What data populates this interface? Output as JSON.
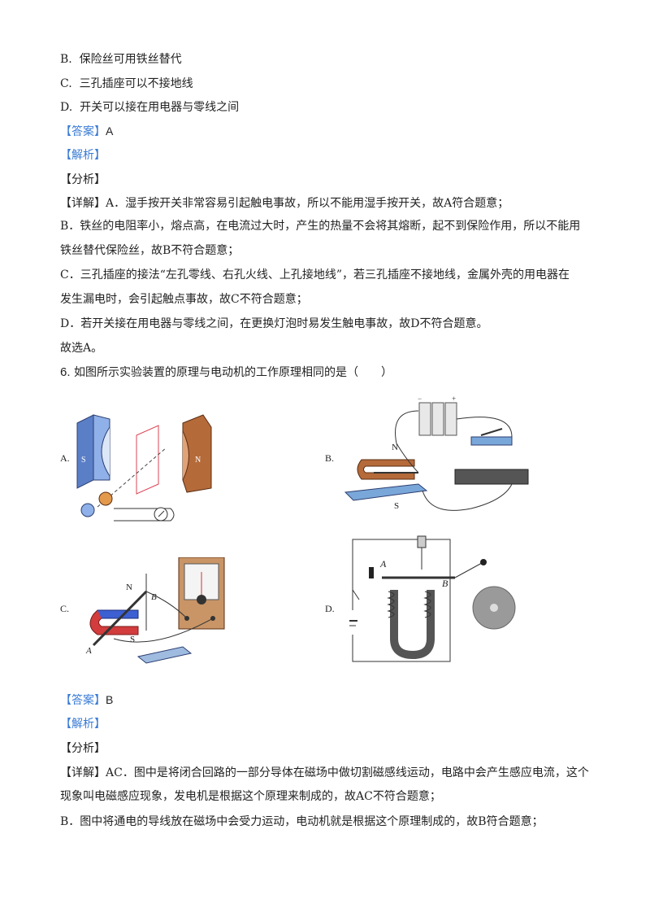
{
  "top_options": [
    {
      "label": "B.",
      "text": "保险丝可用铁丝替代"
    },
    {
      "label": "C.",
      "text": "三孔插座可以不接地线"
    },
    {
      "label": "D.",
      "text": "开关可以接在用电器与零线之间"
    }
  ],
  "q5": {
    "answer_tag": "【答案】",
    "answer": "A",
    "analysis_tag": "【解析】",
    "fenxi": "【分析】",
    "detail_tag": "【详解】",
    "lines": [
      "A．湿手按开关非常容易引起触电事故，所以不能用湿手按开关，故A符合题意；",
      "B．铁丝的电阻率小，熔点高，在电流过大时，产生的热量不会将其熔断，起不到保险作用，所以不能用",
      "铁丝替代保险丝，故B不符合题意；",
      "C．三孔插座的接法“左孔零线、右孔火线、上孔接地线”，若三孔插座不接地线，金属外壳的用电器在",
      "发生漏电时，会引起触点事故，故C不符合题意；",
      "D．若开关接在用电器与零线之间，在更换灯泡时易发生触电事故，故D不符合题意。",
      "故选A。"
    ]
  },
  "q6": {
    "number": "6.",
    "stem": "如图所示实验装置的原理与电动机的工作原理相同的是（　　）",
    "options": {
      "A": "A.",
      "B": "B.",
      "C": "C.",
      "D": "D."
    },
    "figure_labels": {
      "s": "S",
      "n": "N",
      "b_n": "N",
      "b_s": "S",
      "c_n": "N",
      "c_s": "S",
      "c_a": "A",
      "c_b": "B",
      "d_a": "A",
      "d_b": "B",
      "minus": "−",
      "plus": "+"
    },
    "answer_tag": "【答案】",
    "answer": "B",
    "analysis_tag": "【解析】",
    "fenxi": "【分析】",
    "detail_tag": "【详解】",
    "lines": [
      "AC．图中是将闭合回路的一部分导体在磁场中做切割磁感线运动，电路中会产生感应电流，这个",
      "现象叫电磁感应现象，发电机是根据这个原理来制成的，故AC不符合题意；",
      "B．图中将通电的导线放在磁场中会受力运动，电动机就是根据这个原理制成的，故B符合题意；"
    ]
  }
}
